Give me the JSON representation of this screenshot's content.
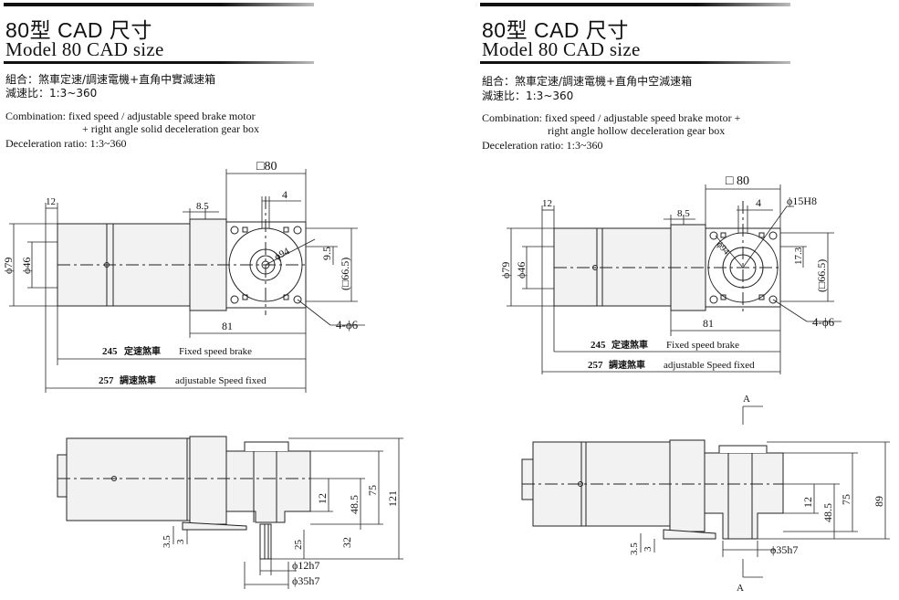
{
  "left": {
    "title_cn": "80型  CAD 尺寸",
    "title_en": "Model 80  CAD size",
    "combo_cn": "組合：煞車定速/調速電機+直角中實減速箱",
    "ratio_cn": "減速比：1:3~360",
    "combo_en_1": "Combination: fixed speed / adjustable speed brake motor",
    "combo_en_2": "+ right angle solid deceleration gear box",
    "ratio_en": "Deceleration ratio: 1:3~360",
    "dims": {
      "sq80": "□80",
      "d4": "4",
      "d12": "12",
      "d8_5": "8.5",
      "phi79": "ϕ79",
      "phi46": "ϕ46",
      "phi94": "ϕ94",
      "d9_5": "9.5",
      "sq66_5": "(□66.5)",
      "d81": "81",
      "holes": "4-ϕ6",
      "len245": "245",
      "len245_cn": "定速煞車",
      "len245_en": "Fixed speed brake",
      "len257": "257",
      "len257_cn": "調速煞車",
      "len257_en": "adjustable Speed fixed",
      "d12v": "12",
      "d48_5": "48.5",
      "d75": "75",
      "d121": "121",
      "d3_5": "3.5",
      "d3": "3",
      "d25": "25",
      "d32": "32",
      "phi12h7": "ϕ12h7",
      "phi35h7": "ϕ35h7"
    }
  },
  "right": {
    "title_cn": "80型  CAD 尺寸",
    "title_en": "Model 80  CAD size",
    "combo_cn": "組合：煞車定速/調速電機+直角中空減速箱",
    "ratio_cn": "減速比：1:3~360",
    "combo_en_1": "Combination: fixed speed / adjustable speed brake motor +",
    "combo_en_2": "right angle hollow deceleration gear box",
    "ratio_en": "Deceleration ratio: 1:3~360",
    "dims": {
      "sq80": "□ 80",
      "d4": "4",
      "phi15h8": "ϕ15H8",
      "d12": "12",
      "d8_5": "8.5",
      "phi79": "ϕ79",
      "phi46": "ϕ46",
      "phi94": "ϕ94",
      "d17_3": "17.3",
      "sq66_5": "(□66.5)",
      "d81": "81",
      "holes": "4-ϕ6",
      "len245": "245",
      "len245_cn": "定速煞車",
      "len245_en": "Fixed speed brake",
      "len257": "257",
      "len257_cn": "調速煞車",
      "len257_en": "adjustable Speed fixed",
      "sec_a_top": "A",
      "sec_a_bottom": "A",
      "d12v": "12",
      "d48_5": "48.5",
      "d75": "75",
      "d89": "89",
      "d3_5": "3.5",
      "d3": "3",
      "phi35h7": "ϕ35h7"
    }
  },
  "colors": {
    "body_fill": "#f2f2f2",
    "line": "#222222",
    "title_bar": "#111111"
  }
}
